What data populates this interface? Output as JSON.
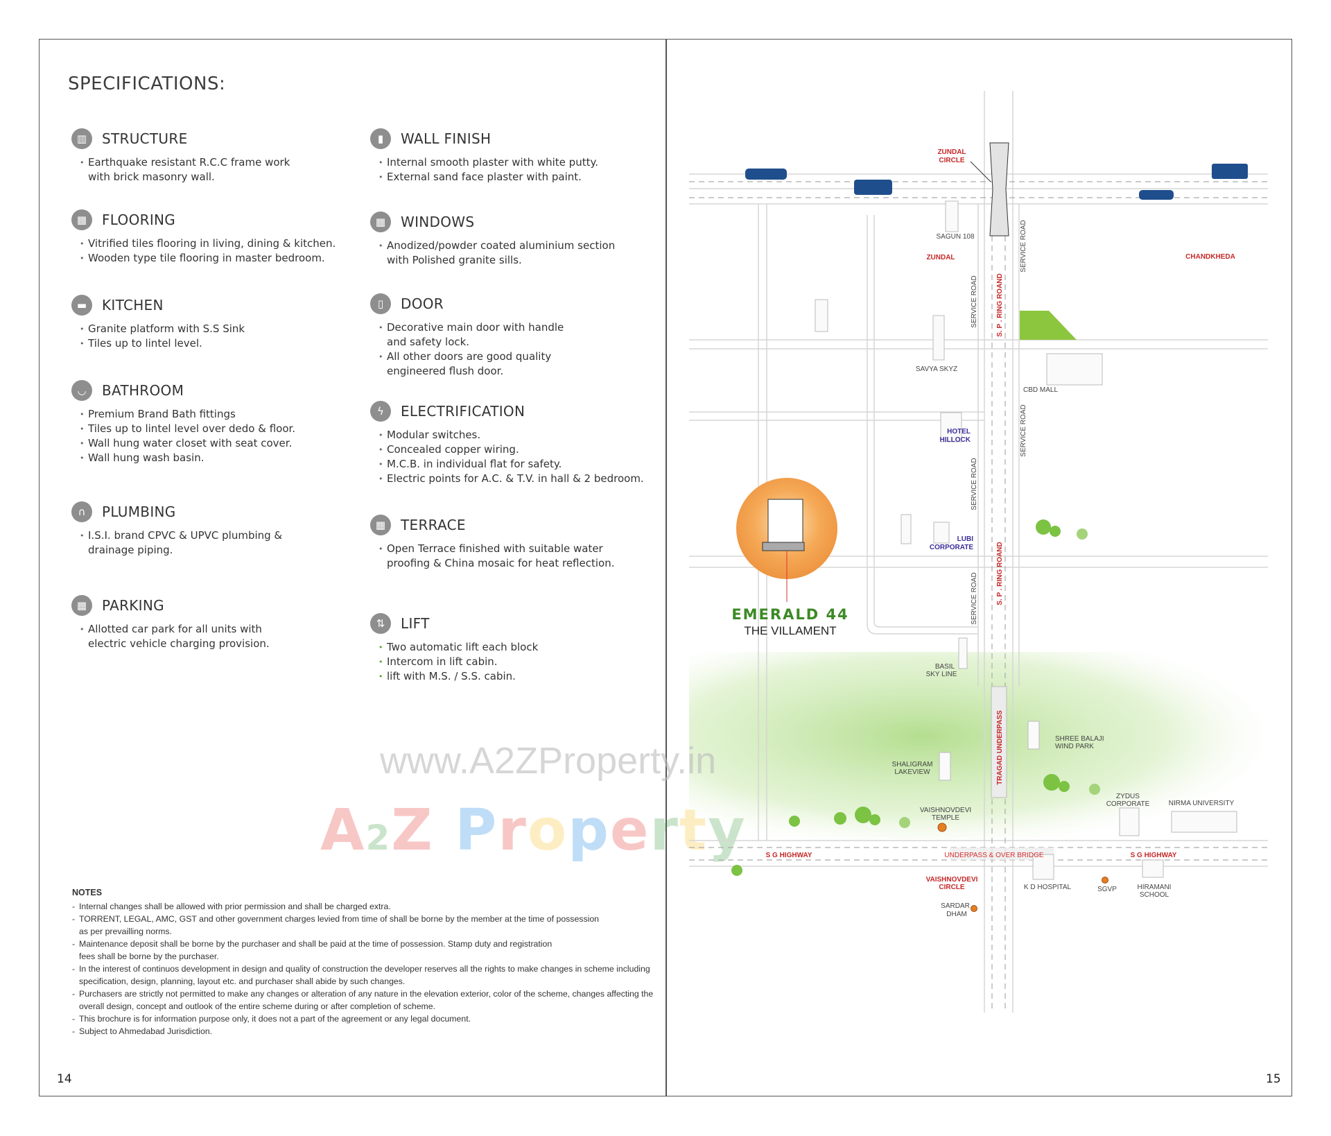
{
  "page_title": "SPECIFICATIONS:",
  "left_sections": [
    {
      "icon": "building-icon",
      "title": "STRUCTURE",
      "items": [
        "Earthquake resistant R.C.C frame work\nwith brick masonry wall."
      ]
    },
    {
      "icon": "tiles-icon",
      "title": "FLOORING",
      "items": [
        "Vitrified tiles flooring in living, dining & kitchen.",
        "Wooden type tile flooring in master bedroom."
      ]
    },
    {
      "icon": "sink-icon",
      "title": "KITCHEN",
      "items": [
        "Granite platform with S.S Sink",
        "Tiles up to lintel level."
      ]
    },
    {
      "icon": "bathtub-icon",
      "title": "BATHROOM",
      "items": [
        "Premium Brand Bath fittings",
        "Tiles up to lintel level over dedo & floor.",
        "Wall hung water closet with seat cover.",
        "Wall hung wash basin."
      ]
    },
    {
      "icon": "pipe-icon",
      "title": "PLUMBING",
      "items": [
        "I.S.I. brand CPVC & UPVC plumbing &\ndrainage piping."
      ]
    },
    {
      "icon": "parking-icon",
      "title": "PARKING",
      "items": [
        "Allotted car park for all units with\nelectric vehicle charging provision."
      ]
    }
  ],
  "right_sections": [
    {
      "icon": "paint-roller-icon",
      "title": "WALL FINISH",
      "items": [
        "Internal smooth plaster with white putty.",
        "External sand face plaster with paint."
      ]
    },
    {
      "icon": "window-icon",
      "title": "WINDOWS",
      "items": [
        "Anodized/powder coated aluminium section\nwith Polished granite sills."
      ]
    },
    {
      "icon": "door-icon",
      "title": "DOOR",
      "items": [
        "Decorative main door with handle\nand safety lock.",
        "All other doors are good quality\nengineered flush door."
      ]
    },
    {
      "icon": "lightning-icon",
      "title": "ELECTRIFICATION",
      "items": [
        "Modular switches.",
        "Concealed copper wiring.",
        "M.C.B. in individual flat for safety.",
        "Electric points for A.C. & T.V. in hall & 2 bedroom."
      ]
    },
    {
      "icon": "grid-icon",
      "title": "TERRACE",
      "items": [
        "Open Terrace finished with suitable water\nproofing & China mosaic for heat reflection."
      ]
    },
    {
      "icon": "elevator-icon",
      "title": "LIFT",
      "items": [
        "Two automatic lift each block",
        "Intercom in lift cabin.",
        "lift with M.S. / S.S. cabin."
      ]
    }
  ],
  "notes": {
    "heading": "NOTES",
    "items": [
      "Internal changes shall be allowed with prior permission and shall be charged extra.",
      "TORRENT, LEGAL, AMC, GST and other government charges levied from time of shall be borne by the member at the time of possession\nas per prevailling norms.",
      "Maintenance deposit shall be borne by the purchaser and shall be paid at the time of possession. Stamp duty and registration\nfees shall be borne by the purchaser.",
      "In the interest of continuos development in design and quality of construction the developer reserves all the rights to make changes in scheme including\nspecification, design, planning, layout etc. and purchaser shall abide by such changes.",
      "Purchasers are strictly not permitted to make any changes or alteration of any nature in the elevation exterior, color of the scheme, changes affecting the\noverall design, concept and outlook of the entire scheme  during or after completion of scheme.",
      "This brochure is for information purpose only,  it does not a part of the agreement or any legal document.",
      "Subject to Ahmedabad Jurisdiction."
    ]
  },
  "page_numbers": {
    "left": "14",
    "right": "15"
  },
  "watermarks": {
    "logo": "A2Z Property",
    "url": "www.A2ZProperty.in"
  },
  "map": {
    "project": {
      "name": "EMERALD 44",
      "subtitle": "THE VILLAMENT"
    },
    "labels": {
      "zundal_circle_1": "ZUNDAL",
      "zundal_circle_2": "CIRCLE",
      "sagun": "SAGUN 108",
      "zundal": "ZUNDAL",
      "chandkheda": "CHANDKHEDA",
      "service_road": "SERVICE ROAD",
      "ring_road": "S. P . RING ROAND",
      "savya": "SAVYA SKYZ",
      "cbd": "CBD MALL",
      "hotel_1": "HOTEL",
      "hotel_2": "HILLOCK",
      "lubi_1": "LUBI",
      "lubi_2": "CORPORATE",
      "basil_1": "BASIL",
      "basil_2": "SKY LINE",
      "tragad": "TRAGAD UNDERPASS",
      "balaji_1": "SHREE BALAJI",
      "balaji_2": "WIND PARK",
      "shaligram_1": "SHALIGRAM",
      "shaligram_2": "LAKEVIEW",
      "temple_1": "VAISHNOVDEVI",
      "temple_2": "TEMPLE",
      "zydus_1": "ZYDUS",
      "zydus_2": "CORPORATE",
      "nirma": "NIRMA UNIVERSITY",
      "sg_highway": "S G HIGHWAY",
      "underpass": "UNDERPASS & OVER BRIDGE",
      "vcircle_1": "VAISHNOVDEVI",
      "vcircle_2": "CIRCLE",
      "kd": "K D HOSPITAL",
      "sgvp": "SGVP",
      "hiramani_1": "HIRAMANI",
      "hiramani_2": "SCHOOL",
      "sardar_1": "SARDAR",
      "sardar_2": "DHAM"
    },
    "colors": {
      "road_label": "#c62828",
      "landmark_highlight": "#3b2e9a",
      "project_circle": "#f0a050",
      "vehicle": "#1f4e8c",
      "greenery": "#8cc63f"
    }
  }
}
